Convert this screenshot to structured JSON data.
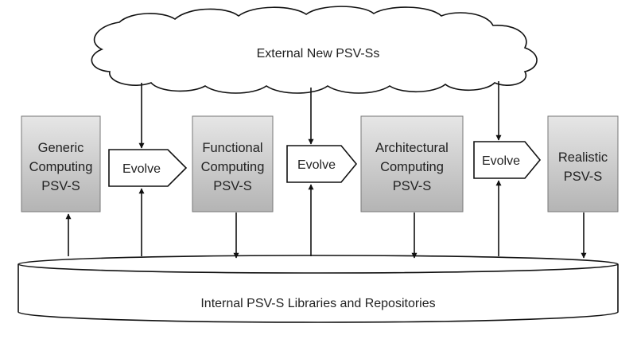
{
  "cloud": {
    "label": "External New PSV-Ss"
  },
  "repository": {
    "label": "Internal PSV-S Libraries and Repositories"
  },
  "stages": [
    {
      "lines": [
        "Generic",
        "Computing",
        "PSV-S"
      ]
    },
    {
      "lines": [
        "Functional",
        "Computing",
        "PSV-S"
      ]
    },
    {
      "lines": [
        "Architectural",
        "Computing",
        "PSV-S"
      ]
    },
    {
      "lines": [
        "Realistic",
        "PSV-S"
      ]
    }
  ],
  "evolve": [
    {
      "label": "Evolve"
    },
    {
      "label": "Evolve"
    },
    {
      "label": "Evolve"
    }
  ],
  "colors": {
    "box_top": "#e6e6e6",
    "box_bottom": "#b4b4b4",
    "stroke": "#111111",
    "text": "#222222"
  }
}
